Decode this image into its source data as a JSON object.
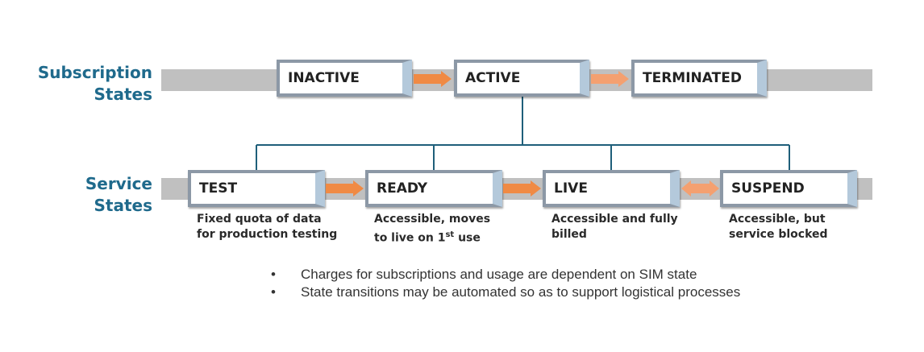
{
  "subscription_label": [
    "Subscription",
    "States"
  ],
  "service_label": [
    "Service",
    "States"
  ],
  "subscription_states": [
    "INACTIVE",
    "ACTIVE",
    "TERMINATED"
  ],
  "service_states": [
    {
      "name": "TEST",
      "desc_line1": "Fixed quota of data",
      "desc_line2": "for production testing"
    },
    {
      "name": "READY",
      "desc_line1": "Accessible, moves",
      "desc_line2_pre": "to live on 1",
      "desc_line2_sup": "st",
      "desc_line2_post": " use"
    },
    {
      "name": "LIVE",
      "desc_line1": "Accessible and fully",
      "desc_line2": "billed"
    },
    {
      "name": "SUSPEND",
      "desc_line1": "Accessible, but",
      "desc_line2": "service blocked"
    }
  ],
  "bullet_symbol": "•",
  "bullets": [
    "Charges for subscriptions and usage are dependent on SIM state",
    "State transitions may be automated so as to support logistical processes"
  ],
  "colors": {
    "label": "#1f6a8c",
    "band": "#c0c0c0",
    "arrow": "#f08a44",
    "connector": "#1f5f7a"
  }
}
